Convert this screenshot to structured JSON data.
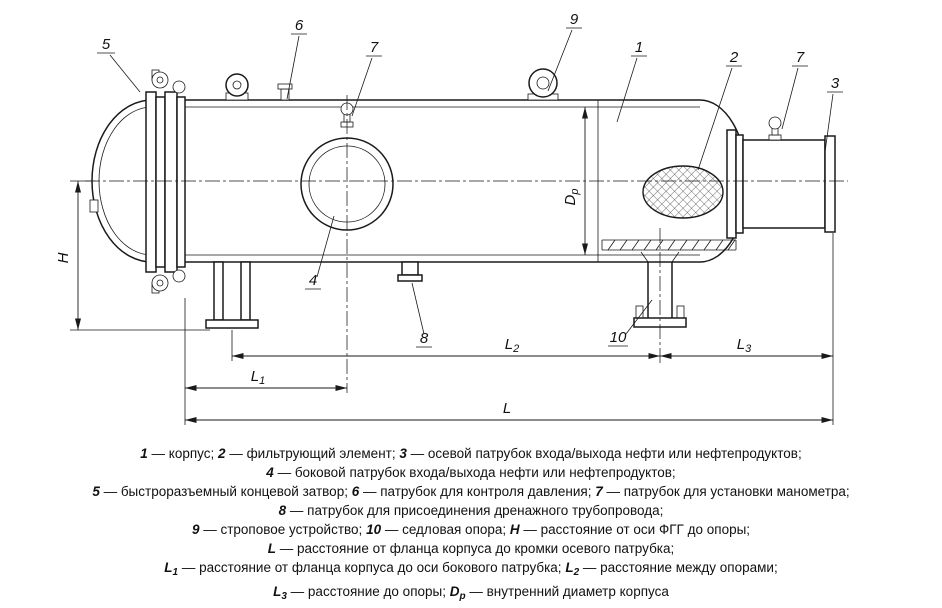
{
  "figure": {
    "callouts": {
      "n1": "1",
      "n2": "2",
      "n3": "3",
      "n4": "4",
      "n5": "5",
      "n6": "6",
      "n7a": "7",
      "n7b": "7",
      "n8": "8",
      "n9": "9",
      "n10": "10"
    },
    "dims": {
      "H": "H",
      "L": "L",
      "L1": {
        "base": "L",
        "sub": "1"
      },
      "L2": {
        "base": "L",
        "sub": "2"
      },
      "L3": {
        "base": "L",
        "sub": "3"
      },
      "Dp": {
        "base": "D",
        "sub": "p"
      }
    }
  },
  "legend": {
    "lines": [
      [
        {
          "t": "1",
          "i": true
        },
        {
          "t": " — корпус; "
        },
        {
          "t": "2",
          "i": true
        },
        {
          "t": " — фильтрующий элемент; "
        },
        {
          "t": "3",
          "i": true
        },
        {
          "t": " — осевой патрубок входа/выхода нефти или нефтепродуктов;"
        }
      ],
      [
        {
          "t": "4",
          "i": true
        },
        {
          "t": " — боковой патрубок входа/выхода нефти или нефтепродуктов;"
        }
      ],
      [
        {
          "t": "5",
          "i": true
        },
        {
          "t": " — быстроразъемный концевой затвор; "
        },
        {
          "t": "6",
          "i": true
        },
        {
          "t": " — патрубок для контроля давления; "
        },
        {
          "t": "7",
          "i": true
        },
        {
          "t": " — патрубок для установки манометра;"
        }
      ],
      [
        {
          "t": "8",
          "i": true
        },
        {
          "t": " — патрубок для присоединения дренажного трубопровода;"
        }
      ],
      [
        {
          "t": "9",
          "i": true
        },
        {
          "t": " — строповое устройство; "
        },
        {
          "t": "10",
          "i": true
        },
        {
          "t": " — седловая опора; "
        },
        {
          "t": "H",
          "i": true
        },
        {
          "t": " — расстояние от оси ФГГ до опоры;"
        }
      ],
      [
        {
          "t": "L",
          "i": true
        },
        {
          "t": " — расстояние от фланца корпуса до кромки осевого патрубка;"
        }
      ],
      [
        {
          "t": "L",
          "i": true
        },
        {
          "t": "1",
          "i": true,
          "sub": true
        },
        {
          "t": " — расстояние от фланца корпуса до оси бокового патрубка; "
        },
        {
          "t": "L",
          "i": true
        },
        {
          "t": "2",
          "i": true,
          "sub": true
        },
        {
          "t": " — расстояние между опорами;"
        }
      ],
      [
        {
          "t": "L",
          "i": true
        },
        {
          "t": "3",
          "i": true,
          "sub": true
        },
        {
          "t": " — расстояние до опоры; "
        },
        {
          "t": "D",
          "i": true
        },
        {
          "t": "p",
          "i": true,
          "sub": true
        },
        {
          "t": " — внутренний диаметр корпуса"
        }
      ]
    ]
  }
}
